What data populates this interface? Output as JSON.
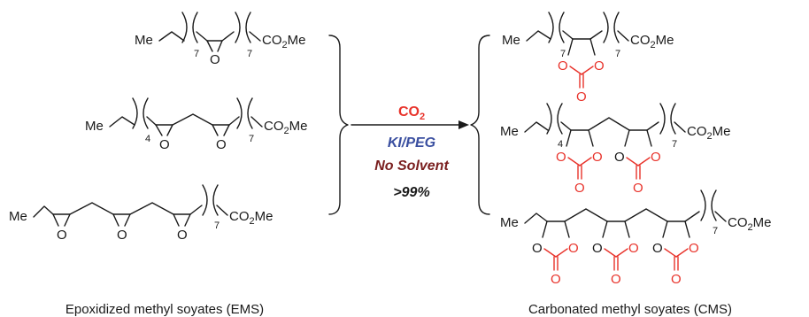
{
  "labels": {
    "me": "Me",
    "co2me": "CO",
    "co2me_sub": "2",
    "co2me_tail": "Me",
    "oxygen": "O",
    "n7": "7",
    "n4": "4"
  },
  "conditions": {
    "co2_main": "CO",
    "co2_sub": "2",
    "catalyst": "KI/PEG",
    "solvent": "No Solvent",
    "yield": ">99%"
  },
  "captions": {
    "left": "Epoxidized methyl soyates (EMS)",
    "right": "Carbonated methyl soyates (CMS)"
  },
  "colors": {
    "bond": "#1a1a1a",
    "carbonate": "#e8332b",
    "co2": "#e8332b",
    "catalyst": "#3a4fa0",
    "solvent": "#7a1f1f"
  }
}
